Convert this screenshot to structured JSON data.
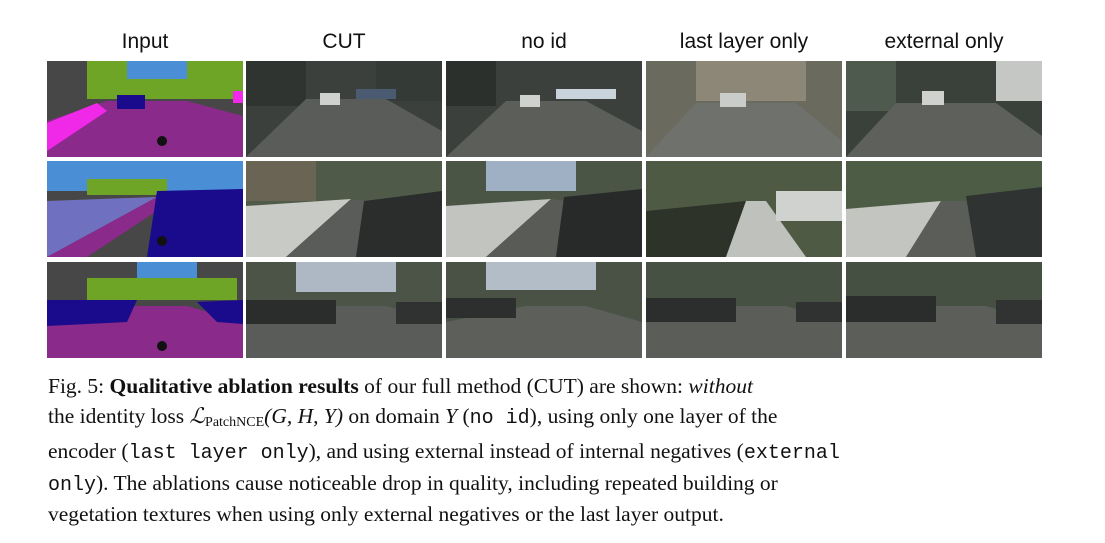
{
  "columns": [
    "Input",
    "CUT",
    "no id",
    "last layer only",
    "external only"
  ],
  "figure_label": "Fig. 5:",
  "caption": {
    "bold": "Qualitative ablation results",
    "t1": " of our full method (CUT) are shown: ",
    "it1": "without",
    "t2": "the identity loss ",
    "loss_L": "ℒ",
    "loss_sub": "PatchNCE",
    "loss_args": "(G, H, Y)",
    "t3": " on domain ",
    "domain": "Y",
    "t4": " (",
    "code_noid": "no id",
    "t5": "), using only one layer of the",
    "t6": "encoder (",
    "code_last": "last layer only",
    "t7": "), and using external instead of internal negatives (",
    "code_ext1": "external",
    "code_ext2": "only",
    "t8": "). The ablations cause noticeable drop in quality, including repeated building or",
    "t9": "vegetation textures when using only external negatives or the last layer output."
  },
  "colors": {
    "seg_road": "#8a2a8a",
    "seg_sidewalk": "#f028e8",
    "seg_car": "#1a0a8c",
    "seg_vegetation": "#6ea526",
    "seg_sky": "#4a8fd6",
    "seg_building": "#474747",
    "photo_road": "#5a5c59",
    "photo_dark": "#2a2d2b"
  }
}
